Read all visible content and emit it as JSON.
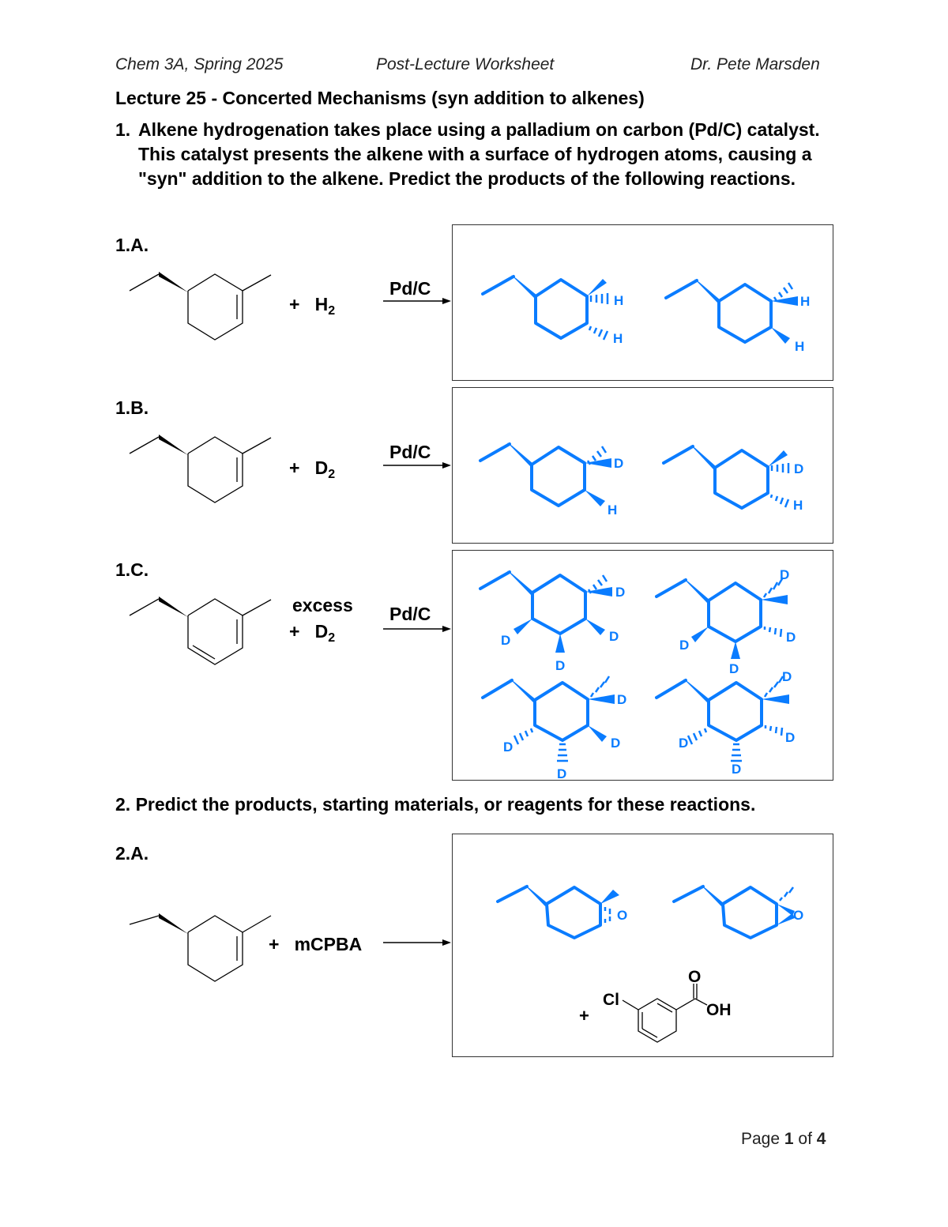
{
  "header": {
    "course": "Chem 3A, Spring 2025",
    "worksheet": "Post-Lecture Worksheet",
    "instructor": "Dr. Pete Marsden"
  },
  "title": "Lecture 25 - Concerted Mechanisms (syn addition to alkenes)",
  "question1": {
    "number": "1.",
    "text": "Alkene hydrogenation takes place using a palladium on carbon (Pd/C) catalyst. This catalyst presents the alkene with a surface of hydrogen atoms, causing a \"syn\" addition to the alkene. Predict the products of the following reactions.",
    "parts": [
      {
        "label": "1.A.",
        "plus": "+",
        "reagent": "H",
        "reagent_sub": "2",
        "catalyst": "Pd/C",
        "starting_material": "3-ethyl-1-methylcyclohexene (wedged ethyl)",
        "products": [
          {
            "substituent_labels": [
              "H",
              "H"
            ],
            "stereo": "methyl wedge, both H hashed"
          },
          {
            "substituent_labels": [
              "H",
              "H"
            ],
            "stereo": "methyl hashed, both H wedged"
          }
        ]
      },
      {
        "label": "1.B.",
        "plus": "+",
        "reagent": "D",
        "reagent_sub": "2",
        "catalyst": "Pd/C",
        "starting_material": "3-ethyl-1-methylcyclohexene (wedged ethyl)",
        "products": [
          {
            "substituent_labels": [
              "D",
              "H"
            ],
            "stereo": "methyl hashed, D wedge, H wedge"
          },
          {
            "substituent_labels": [
              "D",
              "H"
            ],
            "stereo": "methyl wedge, D hashed, H hashed"
          }
        ]
      },
      {
        "label": "1.C.",
        "excess": "excess",
        "plus": "+",
        "reagent": "D",
        "reagent_sub": "2",
        "catalyst": "Pd/C",
        "starting_material": "5-ethyl-1-methylcyclohexa-1,3-diene (wedged ethyl)",
        "products": [
          {
            "substituent_labels": [
              "D",
              "D",
              "D",
              "D"
            ]
          },
          {
            "substituent_labels": [
              "D",
              "D",
              "D",
              "D"
            ]
          },
          {
            "substituent_labels": [
              "D",
              "D",
              "D",
              "D"
            ]
          },
          {
            "substituent_labels": [
              "D",
              "D",
              "D",
              "D"
            ]
          }
        ]
      }
    ]
  },
  "question2": {
    "number": "2.",
    "text": "Predict the products, starting materials, or reagents for these reactions.",
    "parts": [
      {
        "label": "2.A.",
        "plus": "+",
        "reagent": "mCPBA",
        "starting_material": "3-ethyl-1-methylcyclohexene (wedged ethyl)",
        "products": [
          {
            "substituent_labels": [
              "O"
            ],
            "stereo": "methyl wedge, epoxide hashed"
          },
          {
            "substituent_labels": [
              "O"
            ],
            "stereo": "methyl hashed, epoxide wedged"
          }
        ],
        "byproduct": {
          "plus": "+",
          "name": "3-chlorobenzoic acid",
          "labels": {
            "cl": "Cl",
            "o": "O",
            "oh": "OH"
          }
        }
      }
    ]
  },
  "footer": {
    "page_prefix": "Page",
    "page_current": "1",
    "page_of": "of",
    "page_total": "4"
  },
  "colors": {
    "answer_ink": "#0a7cff",
    "text": "#000000",
    "box_border": "#333333"
  }
}
